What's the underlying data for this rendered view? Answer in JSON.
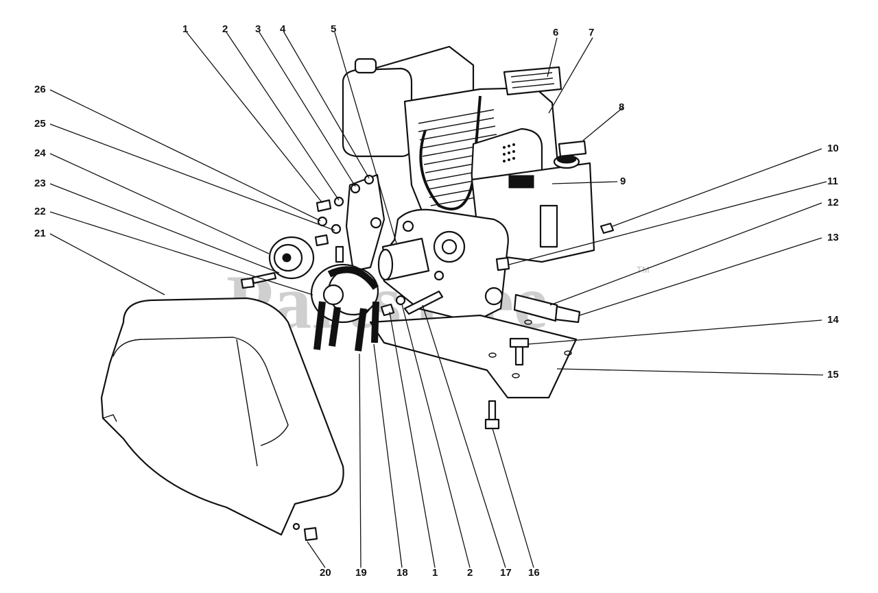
{
  "watermark": {
    "text": "PartsTree",
    "trademark": "TM"
  },
  "callouts": [
    "1",
    "2",
    "3",
    "4",
    "5",
    "6",
    "7",
    "8",
    "9",
    "10",
    "11",
    "12",
    "13",
    "14",
    "15",
    "26",
    "25",
    "24",
    "23",
    "22",
    "21",
    "20",
    "19",
    "18",
    "1",
    "2",
    "17",
    "16"
  ]
}
